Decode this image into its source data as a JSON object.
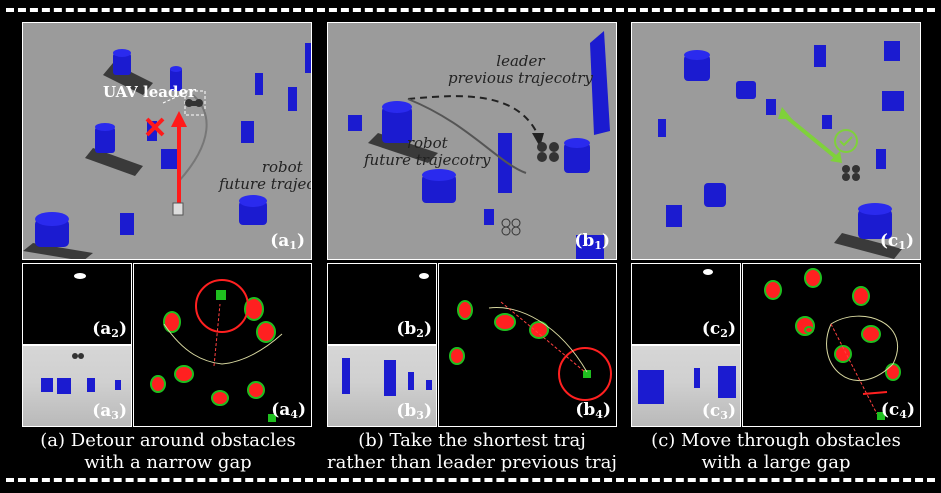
{
  "annotations": {
    "uav_leader": "UAV leader",
    "robot_future_a": [
      "robot",
      "future trajecotry"
    ],
    "leader_prev_b": [
      "leader",
      "previous trajecotry"
    ],
    "robot_future_b": [
      "robot",
      "future trajecotry"
    ]
  },
  "panel_labels": {
    "a1": {
      "letter": "(a",
      "sub": "1",
      "close": ")"
    },
    "a2": {
      "letter": "(a",
      "sub": "2",
      "close": ")"
    },
    "a3": {
      "letter": "(a",
      "sub": "3",
      "close": ")"
    },
    "a4": {
      "letter": "(a",
      "sub": "4",
      "close": ")"
    },
    "b1": {
      "letter": "(b",
      "sub": "1",
      "close": ")"
    },
    "b2": {
      "letter": "(b",
      "sub": "2",
      "close": ")"
    },
    "b3": {
      "letter": "(b",
      "sub": "3",
      "close": ")"
    },
    "b4": {
      "letter": "(b",
      "sub": "4",
      "close": ")"
    },
    "c1": {
      "letter": "(c",
      "sub": "1",
      "close": ")"
    },
    "c2": {
      "letter": "(c",
      "sub": "2",
      "close": ")"
    },
    "c3": {
      "letter": "(c",
      "sub": "3",
      "close": ")"
    },
    "c4": {
      "letter": "(c",
      "sub": "4",
      "close": ")"
    }
  },
  "captions": {
    "a": [
      "(a) Detour around obstacles",
      "with a narrow gap"
    ],
    "b": [
      "(b) Take the shortest traj",
      "rather than leader previous traj"
    ],
    "c": [
      "(c) Move through obstacles",
      "with a large gap"
    ]
  },
  "colors": {
    "obstacle": "#1b1bd0",
    "shadow": "#3a3a3a",
    "ground": "#9b9b9b",
    "arrow_red": "#ff1a1a",
    "arrow_green": "#7fd13b",
    "occupancy_red": "#ff2020",
    "occupancy_green": "#1fbf1f",
    "dash": "#ffffff"
  }
}
